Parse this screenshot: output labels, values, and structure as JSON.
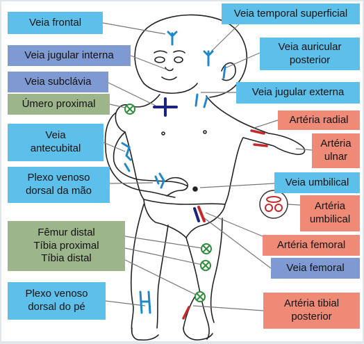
{
  "colors": {
    "vein_label": "#5cc0ea",
    "internal_vein_label": "#7f9ad3",
    "bone_label": "#9db58a",
    "artery_label": "#ee8a76",
    "vein_mark": "#1e88c8",
    "deep_vein_mark": "#1a237e",
    "artery_mark": "#c62828",
    "bone_mark": "#2e8b3a"
  },
  "labels": {
    "veia_frontal": "Veia frontal",
    "veia_temporal_superficial": "Veia temporal superficial",
    "veia_jugular_interna": "Veia jugular interna",
    "veia_auricular_posterior": "Veia auricular\nposterior",
    "veia_subclavia": "Veia subclávia",
    "umero_proximal": "Úmero proximal",
    "veia_jugular_externa": "Veia jugular externa",
    "arteria_radial": "Artéria radial",
    "veia_antecubital": "Veia\nantecubital",
    "arteria_ulnar": "Artéria\nulnar",
    "plexo_venoso_mao": "Plexo venoso\ndorsal da mão",
    "veia_umbilical": "Veia umbilical",
    "arteria_umbilical": "Artéria\numbilical",
    "femur_tibia": "Fêmur distal\nTíbia proximal\nTíbia distal",
    "arteria_femoral": "Artéria femoral",
    "veia_femoral": "Veia femoral",
    "plexo_venoso_pe": "Plexo venoso\ndorsal do pé",
    "arteria_tibial_posterior": "Artéria tibial\nposterior"
  }
}
